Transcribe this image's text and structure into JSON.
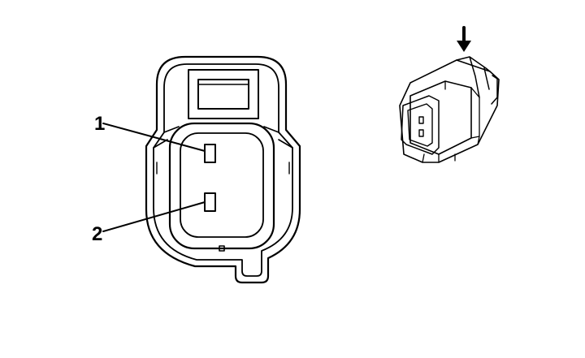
{
  "pins": [
    {
      "number": "1"
    },
    {
      "number": "2"
    }
  ],
  "insertion_direction": "down",
  "colors": {
    "line": "#000000",
    "background": "#ffffff"
  }
}
